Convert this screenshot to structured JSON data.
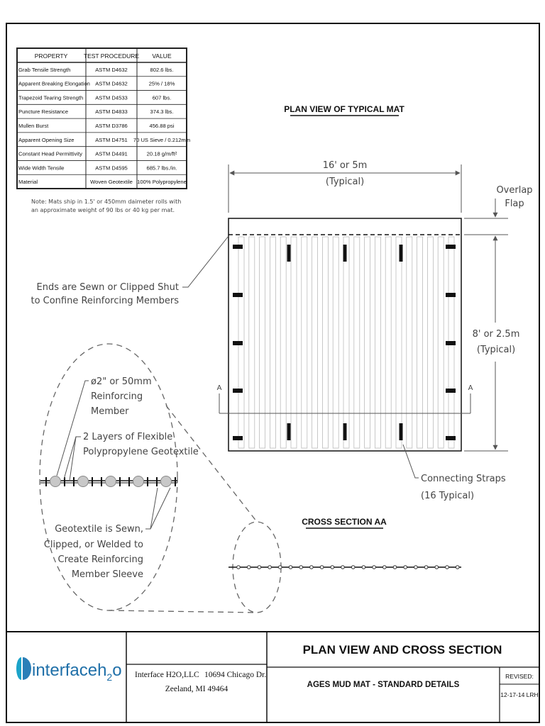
{
  "table": {
    "headers": [
      "PROPERTY",
      "TEST PROCEDURE",
      "VALUE"
    ],
    "rows": [
      [
        "Grab Tensile Strength",
        "ASTM D4632",
        "802.6 lbs."
      ],
      [
        "Apparent Breaking Elongation",
        "ASTM D4632",
        "25% / 18%"
      ],
      [
        "Trapezoid Tearing Strength",
        "ASTM D4533",
        "607 lbs."
      ],
      [
        "Puncture Resistance",
        "ASTM D4833",
        "374.3 lbs."
      ],
      [
        "Mullen Burst",
        "ASTM D3786",
        "456.88 psi"
      ],
      [
        "Apparent Opening Size",
        "ASTM D4751",
        "70 US Sieve / 0.212mm"
      ],
      [
        "Constant Head Permittivity",
        "ASTM D4491",
        "20.18 g/m/ft²"
      ],
      [
        "Wide Width Tensile",
        "ASTM D4595",
        "685.7 lbs./in."
      ],
      [
        "Material",
        "Woven Geotextile",
        "100% Polypropylene"
      ]
    ],
    "note_line1": "Note: Mats ship in 1.5' or 450mm daimeter rolls with",
    "note_line2": "an approximate weight of 90 lbs or 40 kg per mat."
  },
  "plan": {
    "title": "PLAN VIEW OF TYPICAL MAT",
    "width_dim": "16' or 5m",
    "width_typ": "(Typical)",
    "overlap_1": "Overlap",
    "overlap_2": "Flap",
    "height_dim": "8' or 2.5m",
    "height_typ": "(Typical)",
    "section_mark": "A",
    "ends_1": "Ends are Sewn or Clipped Shut",
    "ends_2": "to Confine Reinforcing Members",
    "straps_1": "Connecting Straps",
    "straps_2": "(16 Typical)"
  },
  "detail": {
    "member_1": "ø2\" or 50mm",
    "member_2": "Reinforcing",
    "member_3": "Member",
    "layers_1": "2 Layers of Flexible",
    "layers_2": "Polypropylene Geotextile",
    "sewn_1": "Geotextile is Sewn,",
    "sewn_2": "Clipped, or Welded to",
    "sewn_3": "Create Reinforcing",
    "sewn_4": "Member Sleeve"
  },
  "section": {
    "title": "CROSS SECTION AA"
  },
  "title_block": {
    "logo_text_1": "interface",
    "logo_text_2": "h",
    "logo_text_3": "2",
    "logo_text_4": "o",
    "company": "Interface H2O,LLC",
    "street": "10694 Chicago Dr.",
    "city": "Zeeland, MI 49464",
    "drawing_title": "PLAN VIEW AND CROSS SECTION",
    "subtitle": "AGES MUD MAT - STANDARD DETAILS",
    "revised_label": "REVISED:",
    "revised_value": "12-17-14 LRH"
  },
  "colors": {
    "line": "#222222",
    "logo_blue": "#2a7fb8",
    "logo_teal": "#1aa3c9"
  }
}
